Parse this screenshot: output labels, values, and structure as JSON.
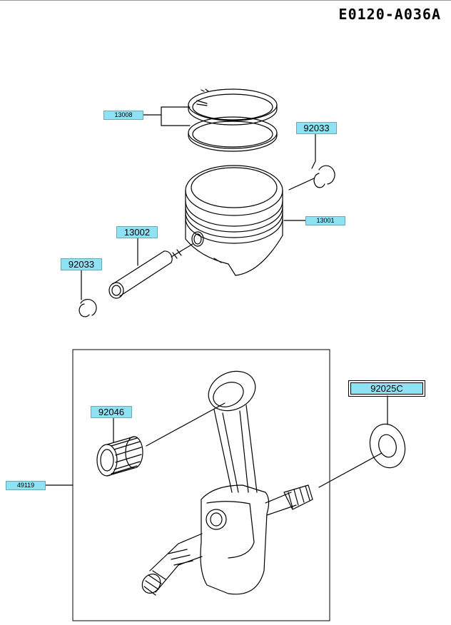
{
  "header": {
    "diagram_code": "E0120-A036A"
  },
  "callouts": {
    "piston_ring": "13008",
    "circlip_right": "92033",
    "piston_pin": "13002",
    "piston": "13001",
    "circlip_left": "92033",
    "needle_bearing": "92046",
    "washer": "92025C",
    "crankshaft_assy": "49119"
  },
  "colors": {
    "callout_fill": "#8fe2f3",
    "line": "#000000"
  }
}
